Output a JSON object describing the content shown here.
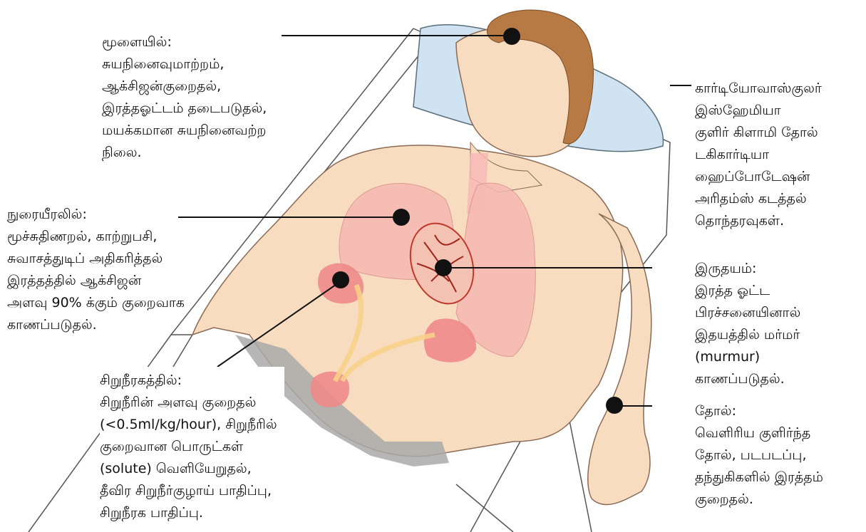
{
  "labels": {
    "brain": {
      "lines": [
        "மூளையில்:",
        "சுயநினைவுமாற்றம்,",
        "ஆக்சிஜன்குறைதல்,",
        "இரத்தஓட்டம் தடைபடுதல்,",
        "மயக்கமான சுயநினைவற்ற",
        "நிலை."
      ]
    },
    "lungs": {
      "lines": [
        "நுரையீரலில்:",
        "மூச்சுதிணறல், காற்றுபசி,",
        "சுவாசத்துடிப் அதிகரித்தல்",
        "இரத்தத்தில் ஆக்சிஜன்",
        "அளவு 90% க்கும் குறைவாக",
        "காணப்படுதல்."
      ]
    },
    "kidney": {
      "lines": [
        "சிறுநீரகத்தில்:",
        "சிறுநீரின் அளவு குறைதல்",
        "(<0.5ml/kg/hour), சிறுநீரில்",
        "குறைவான பொருட்கள்",
        "(solute) வெளியேறுதல்,",
        "தீவிர சிறுநீர்குழாய் பாதிப்பு,",
        "சிறுநீரக பாதிப்பு."
      ]
    },
    "cardio": {
      "lines": [
        "கார்டியோவாஸ்குலர்",
        "இஸ்ஹேமியா",
        "குளிர் கிளாமி தோல்",
        "டகிகார்டியா",
        "ஹைப்போடேஷன்",
        "அரிதம்ஸ் கடத்தல்",
        "தொந்தரவுகள்."
      ]
    },
    "heart": {
      "lines": [
        "இருதயம்:",
        "இரத்த ஓட்ட",
        "பிரச்சனையினால்",
        "இதயத்தில் மர்மர்",
        "(murmur)",
        "காணப்படுதல்."
      ]
    },
    "skin": {
      "lines": [
        "தோல்:",
        "வெளிரிய குளிர்ந்த",
        "தோல், படபடப்பு,",
        "தந்துகிகளில் இரத்தம்",
        "குறைதல்."
      ]
    }
  },
  "colors": {
    "skin": "#f8dcc0",
    "skin_outline": "#8a6a55",
    "pillow": "#cfe3f2",
    "hair": "#b87a45",
    "lungs": "#f6b8b4",
    "organ_red": "#ee8a8a",
    "ureter": "#f7d08a",
    "heart": "#c0392b",
    "shorts": "#a9a9a9"
  }
}
